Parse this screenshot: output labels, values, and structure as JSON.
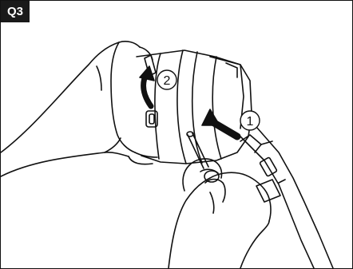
{
  "figure": {
    "tag": "Q3",
    "step_markers": [
      "1",
      "2"
    ]
  }
}
